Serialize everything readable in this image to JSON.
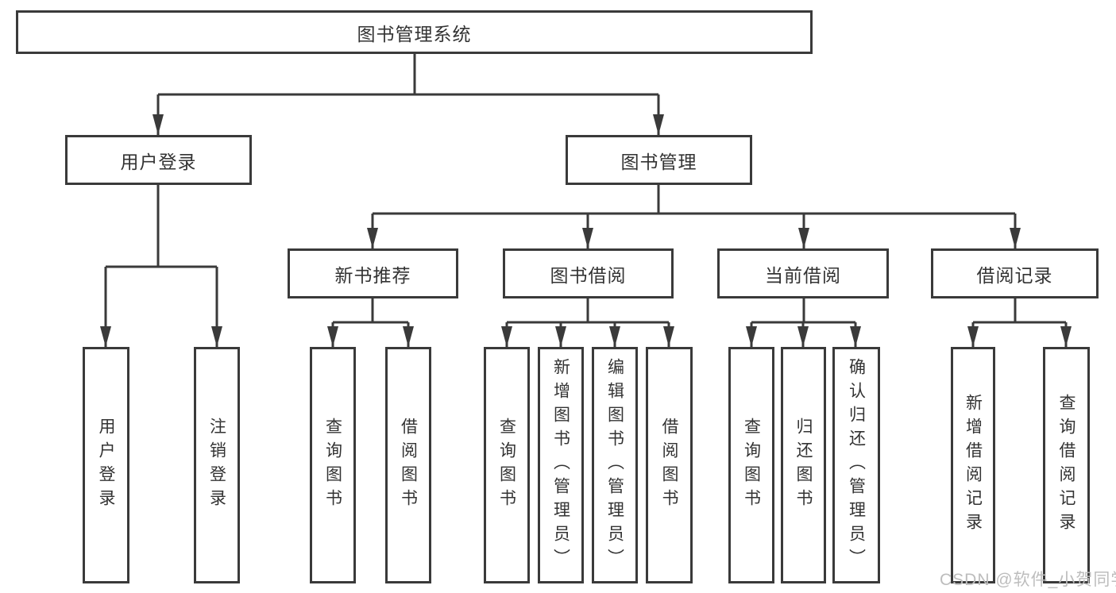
{
  "tree": {
    "root_label": "图书管理系统",
    "branches": [
      {
        "label": "用户登录",
        "leaves": [
          "用户登录",
          "注销登录"
        ]
      },
      {
        "label": "图书管理",
        "groups": [
          {
            "label": "新书推荐",
            "leaves": [
              "查询图书",
              "借阅图书"
            ]
          },
          {
            "label": "图书借阅",
            "leaves": [
              "查询图书",
              "新增图书（管理员）",
              "编辑图书（管理员）",
              "借阅图书"
            ]
          },
          {
            "label": "当前借阅",
            "leaves": [
              "查询图书",
              "归还图书",
              "确认归还（管理员）"
            ]
          },
          {
            "label": "借阅记录",
            "leaves": [
              "新增借阅记录",
              "查询借阅记录"
            ]
          }
        ]
      }
    ]
  },
  "watermark": "CSDN @软件_小贺同学",
  "colors": {
    "line": "#3a3a3a",
    "box_border": "#3a3a3a",
    "text": "#333333",
    "watermark": "#bdbdbd",
    "background": "#ffffff"
  }
}
